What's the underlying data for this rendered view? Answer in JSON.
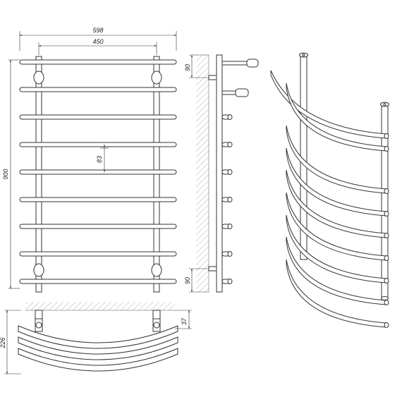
{
  "dimensions": {
    "overall_width": "598",
    "post_spacing": "450",
    "overall_height": "900",
    "rail_pitch": "83",
    "top_offset": "90",
    "bottom_offset": "90",
    "depth": "226",
    "wall_clearance": "37"
  },
  "colors": {
    "line": "#333333",
    "background": "#ffffff"
  }
}
